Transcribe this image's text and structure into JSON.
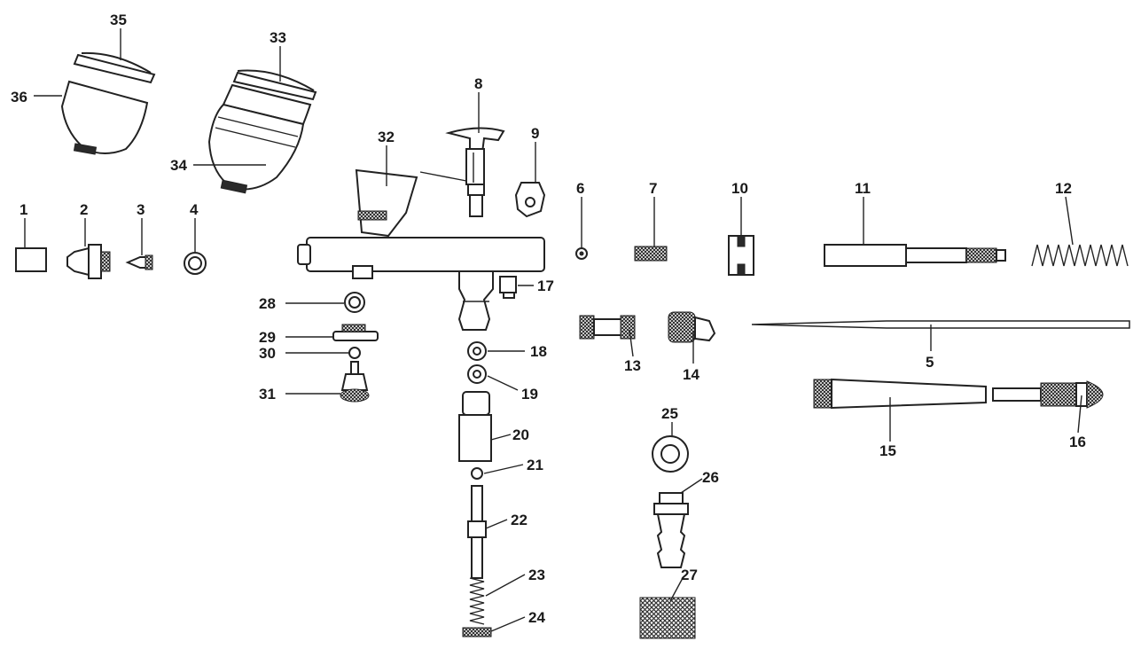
{
  "labels": {
    "p1": "1",
    "p2": "2",
    "p3": "3",
    "p4": "4",
    "p5": "5",
    "p6": "6",
    "p7": "7",
    "p8": "8",
    "p9": "9",
    "p10": "10",
    "p11": "11",
    "p12": "12",
    "p13": "13",
    "p14": "14",
    "p15": "15",
    "p16": "16",
    "p17": "17",
    "p18": "18",
    "p19": "19",
    "p20": "20",
    "p21": "21",
    "p22": "22",
    "p23": "23",
    "p24": "24",
    "p25": "25",
    "p26": "26",
    "p27": "27",
    "p28": "28",
    "p29": "29",
    "p30": "30",
    "p31": "31",
    "p32": "32",
    "p33": "33",
    "p34": "34",
    "p35": "35",
    "p36": "36"
  },
  "colors": {
    "line": "#222222",
    "background": "#ffffff"
  }
}
